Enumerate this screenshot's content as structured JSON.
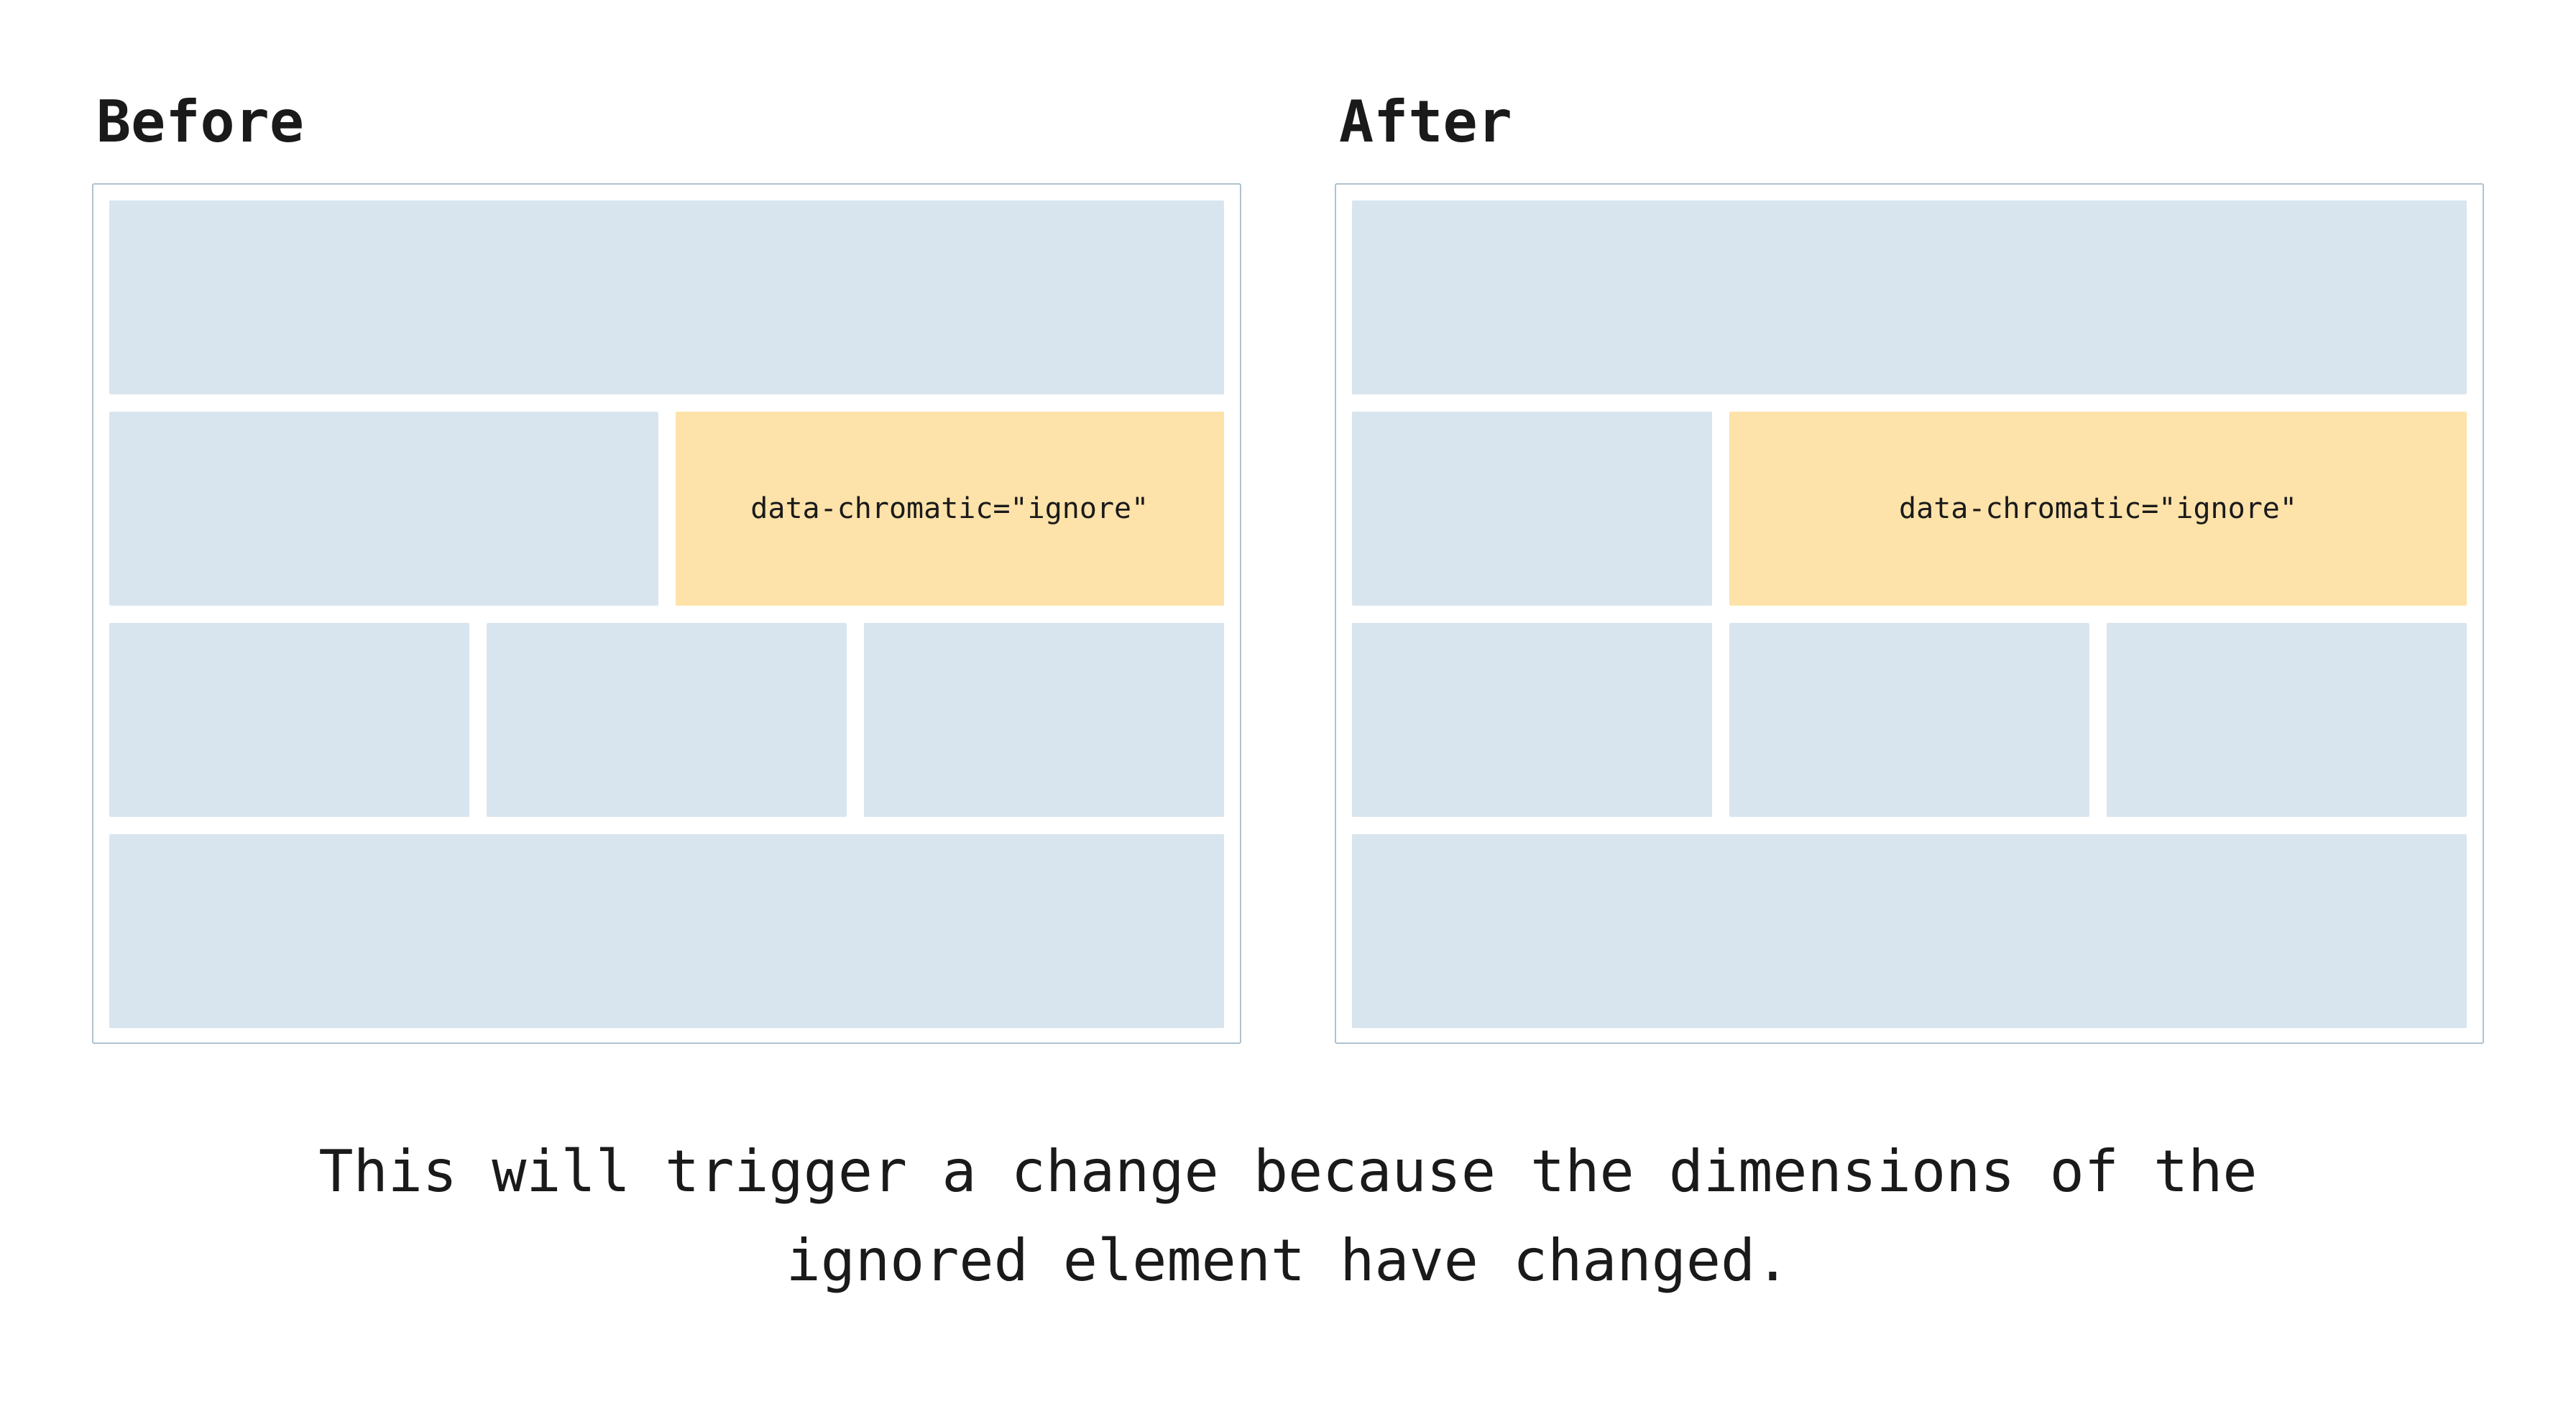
{
  "panels": [
    {
      "title": "Before",
      "blocks": [
        {
          "type": "placeholder",
          "span": 6
        },
        {
          "type": "placeholder",
          "span": 3
        },
        {
          "type": "ignored",
          "span": 3,
          "label": "data-chromatic=\"ignore\""
        },
        {
          "type": "placeholder",
          "span": 2
        },
        {
          "type": "placeholder",
          "span": 2
        },
        {
          "type": "placeholder",
          "span": 2
        },
        {
          "type": "placeholder",
          "span": 6
        }
      ]
    },
    {
      "title": "After",
      "blocks": [
        {
          "type": "placeholder",
          "span": 6
        },
        {
          "type": "placeholder",
          "span": 2
        },
        {
          "type": "ignored",
          "span": 4,
          "label": "data-chromatic=\"ignore\""
        },
        {
          "type": "placeholder",
          "span": 2
        },
        {
          "type": "placeholder",
          "span": 2
        },
        {
          "type": "placeholder",
          "span": 2
        },
        {
          "type": "placeholder",
          "span": 6
        }
      ]
    }
  ],
  "caption": {
    "line1": "This will trigger a change because the dimensions of the",
    "line2": "ignored element have changed."
  },
  "colors": {
    "placeholder": "#d9e5ee",
    "ignored_bg": "#fde2a9",
    "frame_border": "#afc2cf",
    "text": "#1a1a1a"
  }
}
